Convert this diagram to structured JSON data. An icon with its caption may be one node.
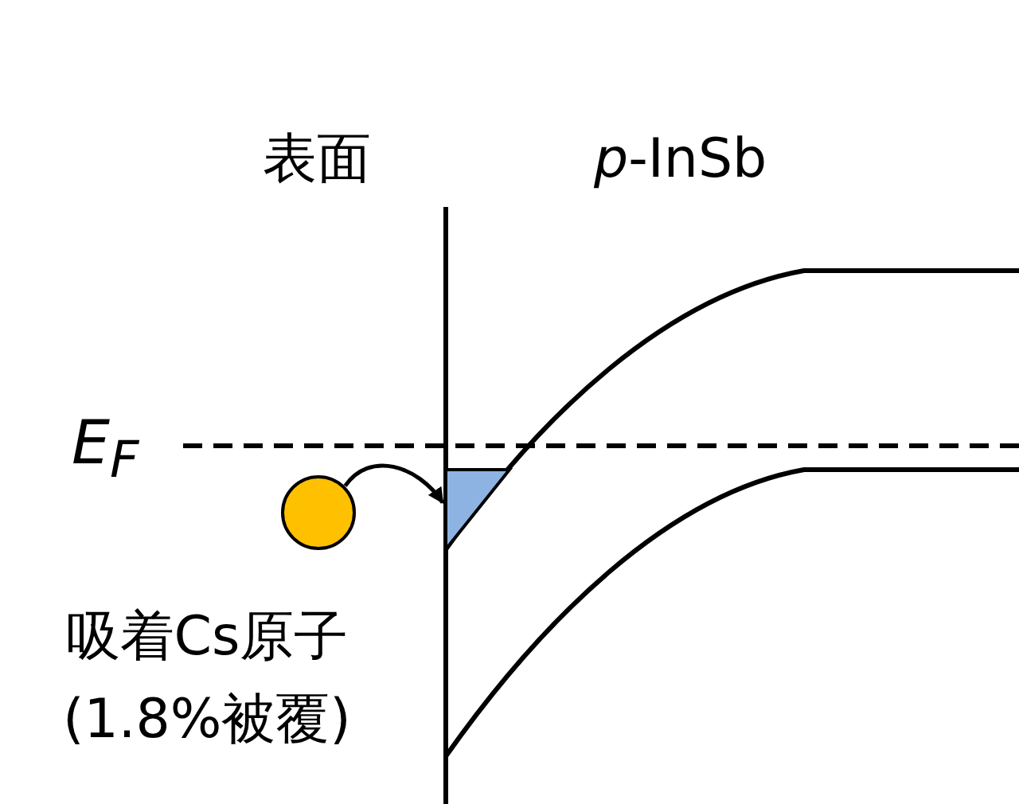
{
  "diagram": {
    "nodes": [
      {
        "text": [],
        "shape": "circle",
        "beside": [
          "吸着Cs原子 (1.8%被覆)"
        ]
      },
      {
        "text": [],
        "shape": "triangle"
      }
    ],
    "edges": [
      {
        "from": 0,
        "to": 1,
        "arrow": "to"
      }
    ],
    "labels": [
      "表面",
      "*p*-InSb",
      "E$_{F}$"
    ]
  }
}
